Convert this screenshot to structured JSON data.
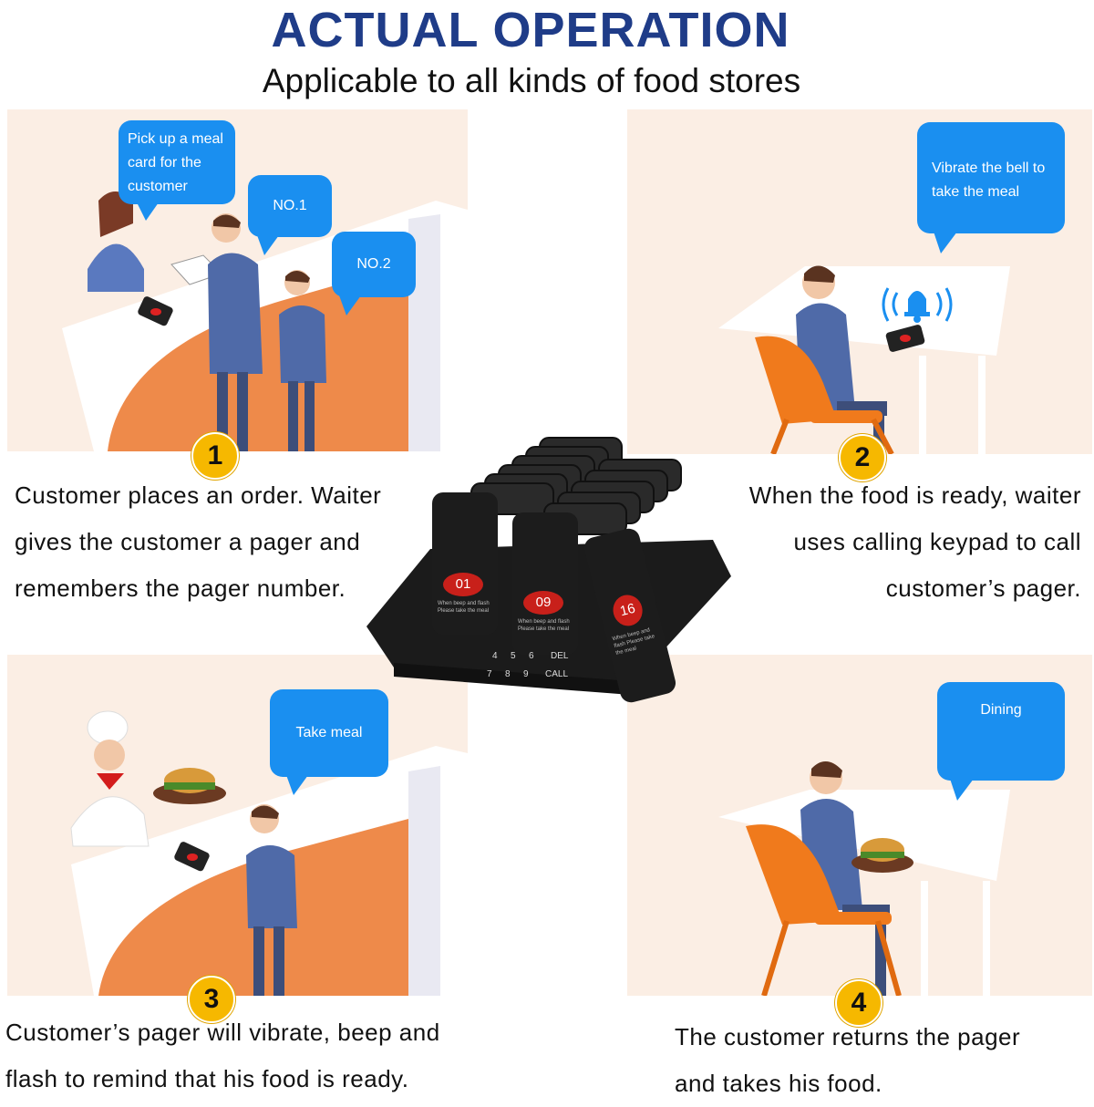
{
  "header": {
    "title": "ACTUAL OPERATION",
    "subtitle": "Applicable to all kinds of food stores"
  },
  "steps": [
    {
      "number": "1",
      "bubbles": [
        "Pick up a meal card for the customer",
        "NO.1",
        "NO.2"
      ],
      "lines": [
        "Customer places an order. Waiter",
        "gives the customer a pager and",
        "remembers the pager number."
      ]
    },
    {
      "number": "2",
      "bubbles": [
        "Vibrate the bell to take the meal"
      ],
      "lines": [
        "When the food is ready, waiter",
        "uses calling keypad to call",
        "customer’s pager."
      ]
    },
    {
      "number": "3",
      "bubbles": [
        "Take meal"
      ],
      "lines": [
        "Customer’s pager will vibrate, beep and",
        "flash to remind that his food is ready."
      ]
    },
    {
      "number": "4",
      "bubbles": [
        "Dining"
      ],
      "lines": [
        "The customer returns the pager",
        "and takes his food."
      ]
    }
  ],
  "device": {
    "pager_numbers": [
      "01",
      "09",
      "16"
    ],
    "pager_text": "When beep and flash Please take the meal",
    "keypad_keys": [
      "4",
      "5",
      "6",
      "DEL",
      "7",
      "8",
      "9",
      "CALL"
    ]
  },
  "colors": {
    "title": "#1f3c88",
    "bubble": "#1a8ff0",
    "badge": "#f6b800",
    "panel": "#fbeee4",
    "counter": "#ee8a4a"
  }
}
